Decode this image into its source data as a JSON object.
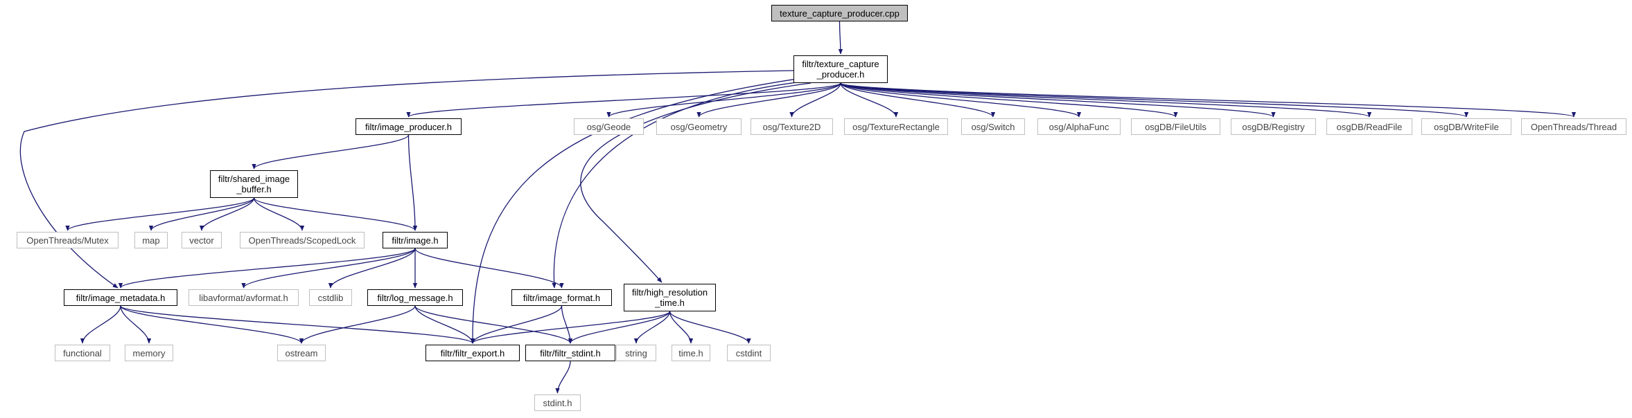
{
  "colors": {
    "edge": "#191970",
    "local_border": "#000000",
    "system_border": "#bfbfbf",
    "root_fill": "#bfbfbf"
  },
  "nodes": [
    {
      "id": "root",
      "kind": "root",
      "lines": [
        "texture_capture_producer.cpp"
      ]
    },
    {
      "id": "tcp_h",
      "kind": "local",
      "lines": [
        "filtr/texture_capture",
        "_producer.h"
      ]
    },
    {
      "id": "image_producer",
      "kind": "local",
      "lines": [
        "filtr/image_producer.h"
      ]
    },
    {
      "id": "osg_geode",
      "kind": "sys",
      "lines": [
        "osg/Geode"
      ]
    },
    {
      "id": "osg_geometry",
      "kind": "sys",
      "lines": [
        "osg/Geometry"
      ]
    },
    {
      "id": "osg_texture2d",
      "kind": "sys",
      "lines": [
        "osg/Texture2D"
      ]
    },
    {
      "id": "osg_texrect",
      "kind": "sys",
      "lines": [
        "osg/TextureRectangle"
      ]
    },
    {
      "id": "osg_switch",
      "kind": "sys",
      "lines": [
        "osg/Switch"
      ]
    },
    {
      "id": "osg_alphafunc",
      "kind": "sys",
      "lines": [
        "osg/AlphaFunc"
      ]
    },
    {
      "id": "osgdb_fileutils",
      "kind": "sys",
      "lines": [
        "osgDB/FileUtils"
      ]
    },
    {
      "id": "osgdb_registry",
      "kind": "sys",
      "lines": [
        "osgDB/Registry"
      ]
    },
    {
      "id": "osgdb_readfile",
      "kind": "sys",
      "lines": [
        "osgDB/ReadFile"
      ]
    },
    {
      "id": "osgdb_writefile",
      "kind": "sys",
      "lines": [
        "osgDB/WriteFile"
      ]
    },
    {
      "id": "ot_thread",
      "kind": "sys",
      "lines": [
        "OpenThreads/Thread"
      ]
    },
    {
      "id": "shared_buffer",
      "kind": "local",
      "lines": [
        "filtr/shared_image",
        "_buffer.h"
      ]
    },
    {
      "id": "ot_mutex",
      "kind": "sys",
      "lines": [
        "OpenThreads/Mutex"
      ]
    },
    {
      "id": "map",
      "kind": "sys",
      "lines": [
        "map"
      ]
    },
    {
      "id": "vector",
      "kind": "sys",
      "lines": [
        "vector"
      ]
    },
    {
      "id": "ot_scopedlock",
      "kind": "sys",
      "lines": [
        "OpenThreads/ScopedLock"
      ]
    },
    {
      "id": "image_h",
      "kind": "local",
      "lines": [
        "filtr/image.h"
      ]
    },
    {
      "id": "image_metadata",
      "kind": "local",
      "lines": [
        "filtr/image_metadata.h"
      ]
    },
    {
      "id": "libavformat",
      "kind": "sys",
      "lines": [
        "libavformat/avformat.h"
      ]
    },
    {
      "id": "cstdlib",
      "kind": "sys",
      "lines": [
        "cstdlib"
      ]
    },
    {
      "id": "log_message",
      "kind": "local",
      "lines": [
        "filtr/log_message.h"
      ]
    },
    {
      "id": "image_format",
      "kind": "local",
      "lines": [
        "filtr/image_format.h"
      ]
    },
    {
      "id": "hires_time",
      "kind": "local",
      "lines": [
        "filtr/high_resolution",
        "_time.h"
      ]
    },
    {
      "id": "functional",
      "kind": "sys",
      "lines": [
        "functional"
      ]
    },
    {
      "id": "memory",
      "kind": "sys",
      "lines": [
        "memory"
      ]
    },
    {
      "id": "ostream",
      "kind": "sys",
      "lines": [
        "ostream"
      ]
    },
    {
      "id": "filtr_export",
      "kind": "local",
      "lines": [
        "filtr/filtr_export.h"
      ]
    },
    {
      "id": "filtr_stdint",
      "kind": "local",
      "lines": [
        "filtr/filtr_stdint.h"
      ]
    },
    {
      "id": "string",
      "kind": "sys",
      "lines": [
        "string"
      ]
    },
    {
      "id": "time_h",
      "kind": "sys",
      "lines": [
        "time.h"
      ]
    },
    {
      "id": "cstdint",
      "kind": "sys",
      "lines": [
        "cstdint"
      ]
    },
    {
      "id": "stdint_h",
      "kind": "sys",
      "lines": [
        "stdint.h"
      ]
    }
  ],
  "edges": [
    [
      "root",
      "tcp_h"
    ],
    [
      "tcp_h",
      "image_producer"
    ],
    [
      "tcp_h",
      "osg_geode"
    ],
    [
      "tcp_h",
      "osg_geometry"
    ],
    [
      "tcp_h",
      "osg_texture2d"
    ],
    [
      "tcp_h",
      "osg_texrect"
    ],
    [
      "tcp_h",
      "osg_switch"
    ],
    [
      "tcp_h",
      "osg_alphafunc"
    ],
    [
      "tcp_h",
      "osgdb_fileutils"
    ],
    [
      "tcp_h",
      "osgdb_registry"
    ],
    [
      "tcp_h",
      "osgdb_readfile"
    ],
    [
      "tcp_h",
      "osgdb_writefile"
    ],
    [
      "tcp_h",
      "ot_thread"
    ],
    [
      "tcp_h",
      "image_metadata"
    ],
    [
      "tcp_h",
      "filtr_export"
    ],
    [
      "tcp_h",
      "image_format"
    ],
    [
      "tcp_h",
      "hires_time"
    ],
    [
      "image_producer",
      "shared_buffer"
    ],
    [
      "image_producer",
      "image_h"
    ],
    [
      "shared_buffer",
      "ot_mutex"
    ],
    [
      "shared_buffer",
      "map"
    ],
    [
      "shared_buffer",
      "vector"
    ],
    [
      "shared_buffer",
      "ot_scopedlock"
    ],
    [
      "shared_buffer",
      "image_h"
    ],
    [
      "image_h",
      "image_metadata"
    ],
    [
      "image_h",
      "libavformat"
    ],
    [
      "image_h",
      "cstdlib"
    ],
    [
      "image_h",
      "log_message"
    ],
    [
      "image_h",
      "image_format"
    ],
    [
      "image_metadata",
      "functional"
    ],
    [
      "image_metadata",
      "memory"
    ],
    [
      "image_metadata",
      "ostream"
    ],
    [
      "image_metadata",
      "filtr_export"
    ],
    [
      "log_message",
      "ostream"
    ],
    [
      "log_message",
      "filtr_export"
    ],
    [
      "log_message",
      "filtr_stdint"
    ],
    [
      "image_format",
      "filtr_export"
    ],
    [
      "image_format",
      "filtr_stdint"
    ],
    [
      "hires_time",
      "filtr_export"
    ],
    [
      "hires_time",
      "filtr_stdint"
    ],
    [
      "hires_time",
      "string"
    ],
    [
      "hires_time",
      "time_h"
    ],
    [
      "hires_time",
      "cstdint"
    ],
    [
      "filtr_stdint",
      "stdint_h"
    ]
  ]
}
